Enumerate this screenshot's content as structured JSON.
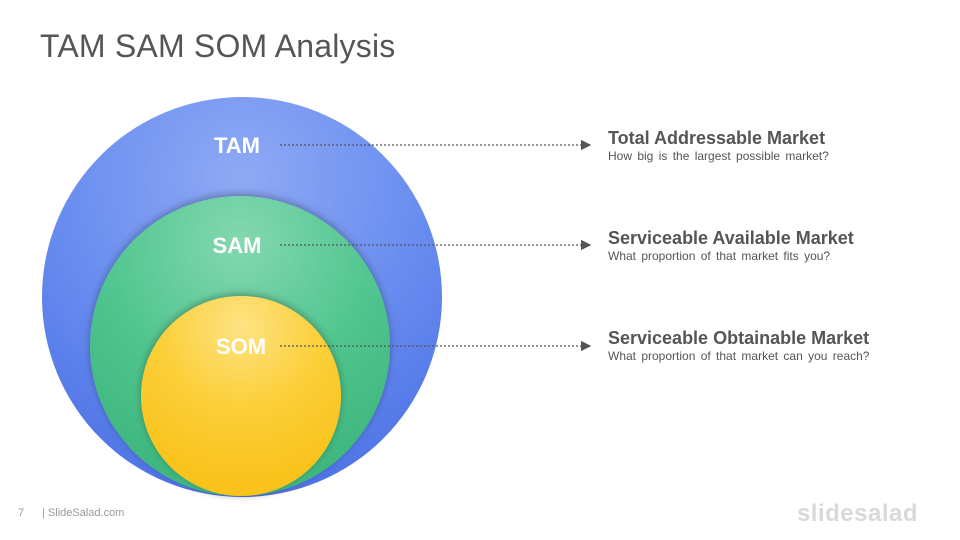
{
  "title": "TAM SAM SOM Analysis",
  "colors": {
    "tam": "#5a7fe8",
    "sam": "#47c08a",
    "som": "#fcc51e",
    "connector": "#555555",
    "text": "#555555"
  },
  "segments": [
    {
      "label": "TAM",
      "heading": "Total Addressable Market",
      "question": "How big is the largest possible market?"
    },
    {
      "label": "SAM",
      "heading": "Serviceable Available Market",
      "question": "What proportion of that market fits you?"
    },
    {
      "label": "SOM",
      "heading": "Serviceable Obtainable Market",
      "question": "What proportion of that market can you reach?"
    }
  ],
  "footer": {
    "page_number": "7",
    "brand": "| SlideSalad.com",
    "logo": "slidesalad"
  }
}
